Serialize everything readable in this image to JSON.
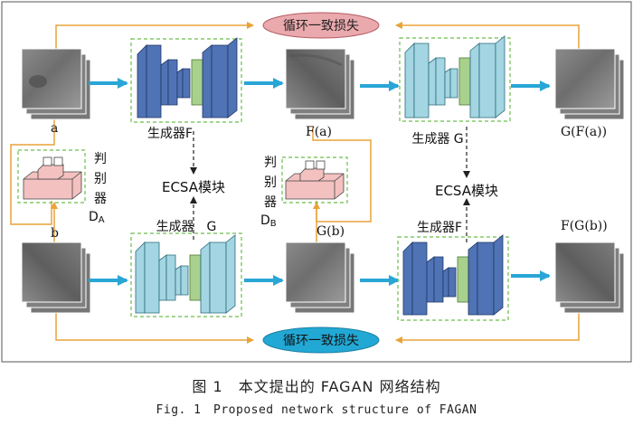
{
  "labels": {
    "cycle_loss_top": "循环一致损失",
    "cycle_loss_bottom": "循环一致损失",
    "input_a": "a",
    "input_b": "b",
    "gen_f_top": "生成器F",
    "gen_g_top": "生成器 G",
    "gen_g_bottom": "生成器　G",
    "gen_f_bottom": "生成器F",
    "out_fa": "F(a)",
    "out_gfa": "G(F(a))",
    "out_gb": "G(b)",
    "out_fgb": "F(G(b))",
    "ecsa_left": "ECSA模块",
    "ecsa_right": "ECSA模块",
    "disc_a_line1": "判",
    "disc_a_line2": "别",
    "disc_a_line3": "器",
    "disc_a_name": "D",
    "disc_a_sub": "A",
    "disc_b_line1": "判",
    "disc_b_line2": "别",
    "disc_b_line3": "器",
    "disc_b_name": "D",
    "disc_b_sub": "B"
  },
  "caption": {
    "chinese": "图 1　本文提出的 FAGAN 网络结构",
    "english": "Fig. 1　Proposed network structure of FAGAN"
  },
  "colors": {
    "frame": "#555555",
    "line_orange": "#e8a33a",
    "arrow_blue": "#29a6d6",
    "cycle_top_fill": "#e9a9ad",
    "cycle_bottom_fill": "#22a8d4",
    "dashed_green": "#6abf4b",
    "gen_dark_blue": "#4f73b5",
    "gen_light_blue": "#a3d6e2",
    "gen_green": "#a9d18e",
    "disc_pink": "#f3c1c0"
  }
}
